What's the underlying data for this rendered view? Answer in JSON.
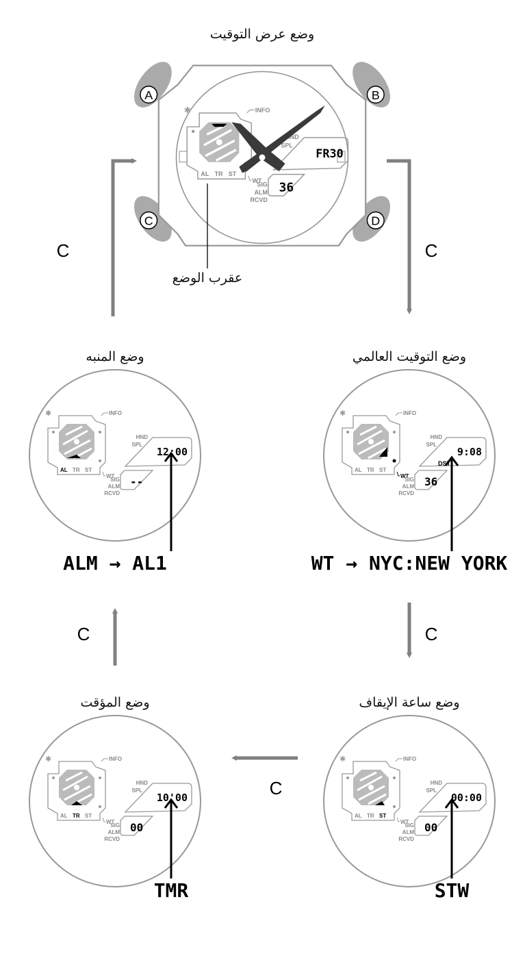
{
  "main": {
    "title": "وضع عرض التوقيت",
    "mode_hand_label": "عقرب الوضع",
    "buttons": [
      "A",
      "B",
      "C",
      "D"
    ],
    "upper_digits": "FR30",
    "lower_digits": "36"
  },
  "indicators": {
    "info": "INFO",
    "wt": "WT",
    "hnd": "HND",
    "spl": "SPL",
    "sig": "SIG",
    "alm": "ALM",
    "rcvd": "RCVD",
    "al": "AL",
    "tr": "TR",
    "st": "ST",
    "dst": "DST"
  },
  "modes": [
    {
      "title": "وضع المنبه",
      "upper_digits": "12:00",
      "lower_digits": "--",
      "code": "ALM → AL1",
      "active": "al"
    },
    {
      "title": "وضع التوقيت العالمي",
      "upper_digits": "9:08",
      "lower_digits": "36",
      "code": "WT → NYC:NEW YORK",
      "active": "wt"
    },
    {
      "title": "وضع المؤقت",
      "upper_digits": "10'00",
      "lower_digits": "00",
      "code": "TMR",
      "active": "tr"
    },
    {
      "title": "وضع ساعة الإيقاف",
      "upper_digits": "00:00",
      "lower_digits": "00",
      "code": "STW",
      "active": "st"
    }
  ],
  "arrows": {
    "button_label": "C"
  },
  "colors": {
    "outline": "#999999",
    "button": "#aaaaaa",
    "arrow": "#808080",
    "hand": "#3a3a3a"
  }
}
